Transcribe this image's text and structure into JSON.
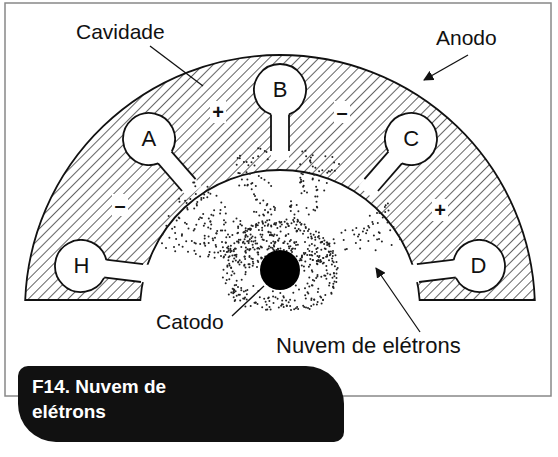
{
  "diagram": {
    "caption": "F14. Nuvem de elétrons",
    "nodes": [
      {
        "text": [
          "A"
        ]
      },
      {
        "text": [
          "B"
        ]
      },
      {
        "text": [
          "C"
        ]
      },
      {
        "text": [
          "D"
        ]
      },
      {
        "text": [
          "H"
        ]
      }
    ],
    "labels": [
      "Cavidade",
      "Anodo",
      "+",
      "–",
      "–",
      "+",
      "Catodo",
      "Nuvem de elétrons"
    ]
  }
}
